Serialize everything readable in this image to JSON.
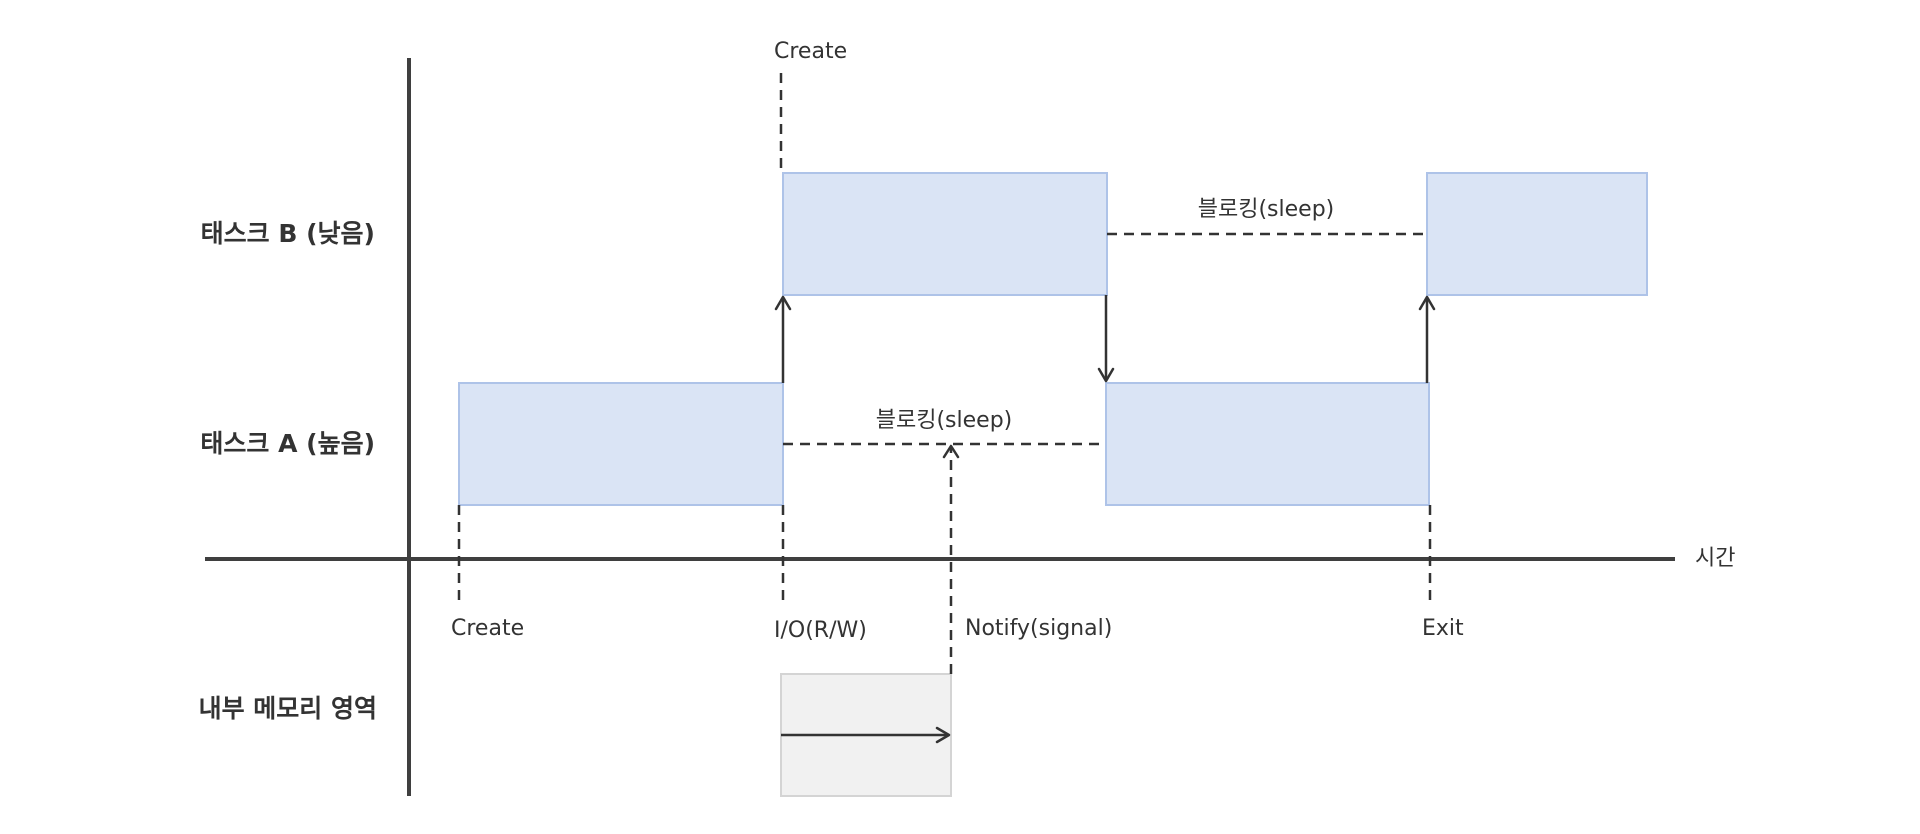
{
  "lanes": {
    "task_b": "태스크 B (낮음)",
    "task_a": "태스크 A (높음)",
    "memory": "내부 메모리 영역"
  },
  "axis": {
    "time": "시간"
  },
  "events": {
    "create_a": "Create",
    "create_b": "Create",
    "io": "I/O(R/W)",
    "notify": "Notify(signal)",
    "exit": "Exit"
  },
  "states": {
    "blocking_b": "블로킹(sleep)",
    "blocking_a": "블로킹(sleep)"
  },
  "colors": {
    "execution_block": "#dae4f5",
    "execution_border": "#aec3e8",
    "memory_block": "#f1f1f1",
    "memory_border": "#d4d4d4",
    "line": "#333333"
  }
}
